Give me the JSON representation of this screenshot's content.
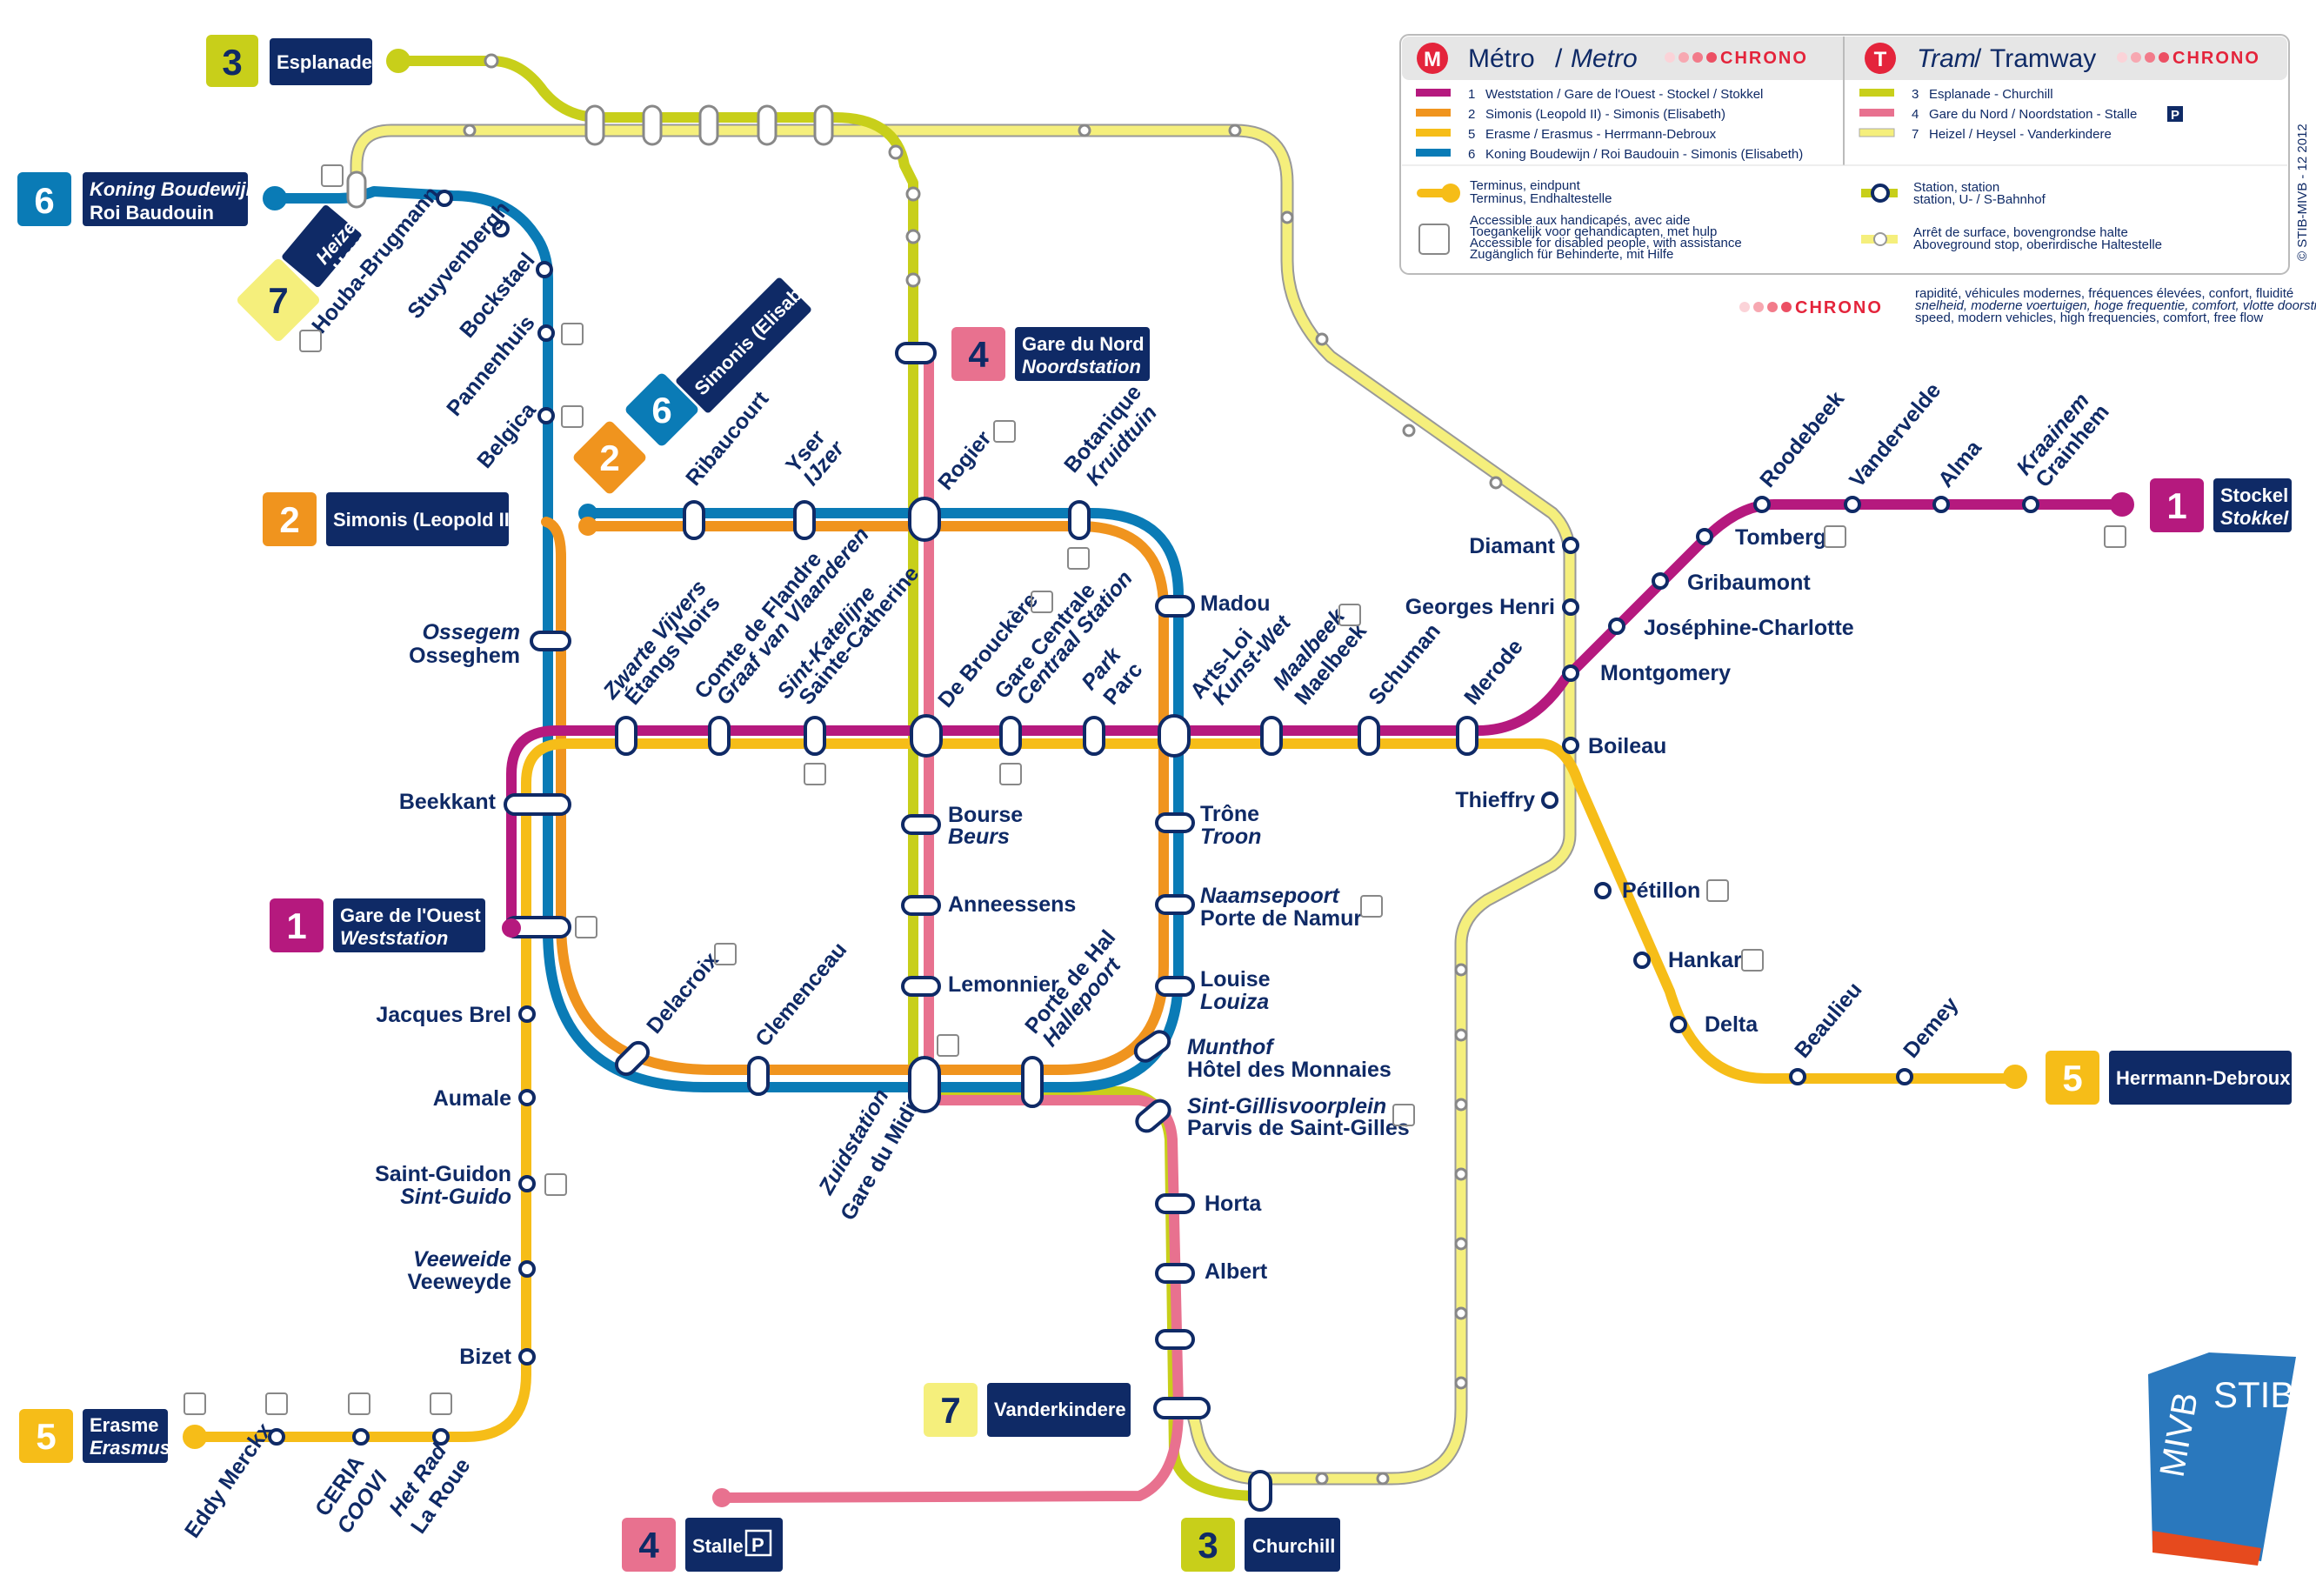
{
  "colors": {
    "line1": "#b5197e",
    "line2": "#f0941e",
    "line5": "#f6bd18",
    "line6": "#0a7bb6",
    "tram3": "#c8cf1a",
    "tram4": "#e8718f",
    "tram7": "#f5ef7c",
    "navy": "#0f2a66",
    "chrono": "#e4243b"
  },
  "legend": {
    "metro_title_fr": "Métro",
    "metro_title_nl": "Metro",
    "tram_title_fr": "Tram",
    "tram_title_nl": "Tramway",
    "metro_icon": "M",
    "tram_icon": "T",
    "chrono_word": "CHRONO",
    "metro_lines": [
      {
        "num": "1",
        "text": "Weststation / Gare de l'Ouest - Stockel / Stokkel"
      },
      {
        "num": "2",
        "text": "Simonis (Leopold II) - Simonis (Elisabeth)"
      },
      {
        "num": "5",
        "text": "Erasme / Erasmus - Herrmann-Debroux"
      },
      {
        "num": "6",
        "text": "Koning Boudewijn / Roi Baudouin - Simonis (Elisabeth)"
      }
    ],
    "tram_lines": [
      {
        "num": "3",
        "text": "Esplanade - Churchill"
      },
      {
        "num": "4",
        "text": "Gare du Nord / Noordstation - Stalle"
      },
      {
        "num": "7",
        "text": "Heizel / Heysel - Vanderkindere"
      }
    ],
    "parking_icon": "P",
    "terminus_1": "Terminus, eindpunt",
    "terminus_2": "Terminus, Endhaltestelle",
    "access_1": "Accessible aux handicapés, avec aide",
    "access_2": "Toegankelijk voor gehandicapten, met hulp",
    "access_3": "Accessible for disabled people, with assistance",
    "access_4": "Zugänglich für Behinderte, mit Hilfe",
    "station_1": "Station, station",
    "station_2": "station, U- / S-Bahnhof",
    "surface_1": "Arrêt de surface, bovengrondse halte",
    "surface_2": "Aboveground stop, oberirdische Haltestelle",
    "chrono_desc_1": "rapidité, véhicules modernes, fréquences élevées, confort, fluidité",
    "chrono_desc_2": "snelheid, moderne voertuigen, hoge frequentie, comfort, vlotte doorstroming",
    "chrono_desc_3": "speed, modern vehicles, high frequencies, comfort, free flow",
    "copyright": "© STIB-MIVB - 12 2012"
  },
  "termini": {
    "t3_esplanade": {
      "num": "3",
      "name": "Esplanade"
    },
    "t6_roi": {
      "num": "6",
      "name_nl": "Koning Boudewijn",
      "name_fr": "Roi Baudouin"
    },
    "t7_heysel": {
      "num": "7",
      "name_nl": "Heizel",
      "name_fr": "Heysel"
    },
    "t26_simonis": {
      "num_a": "2",
      "num_b": "6",
      "name": "Simonis (Elisabeth)"
    },
    "t2_leopold": {
      "num": "2",
      "name": "Simonis (Leopold II)"
    },
    "t1_ouest": {
      "num": "1",
      "name_fr": "Gare de l'Ouest",
      "name_nl": "Weststation"
    },
    "t5_erasme": {
      "num": "5",
      "name_fr": "Erasme",
      "name_nl": "Erasmus"
    },
    "t4_stalle": {
      "num": "4",
      "name": "Stalle",
      "parking": "P"
    },
    "t3_churchill": {
      "num": "3",
      "name": "Churchill"
    },
    "t7_vanderkindere": {
      "num": "7",
      "name": "Vanderkindere"
    },
    "t4_nord": {
      "num": "4",
      "name_fr": "Gare du Nord",
      "name_nl": "Noordstation"
    },
    "t1_stockel": {
      "num": "1",
      "name_fr": "Stockel",
      "name_nl": "Stokkel"
    },
    "t5_herrmann": {
      "num": "5",
      "name": "Herrmann-Debroux"
    }
  },
  "stations": {
    "houba": "Houba-Brugmann",
    "stuyvenbergh": "Stuyvenbergh",
    "bockstael": "Bockstael",
    "pannenhuis": "Pannenhuis",
    "belgica": "Belgica",
    "ribaucourt": "Ribaucourt",
    "yser": "Yser",
    "ijzer": "IJzer",
    "rogier": "Rogier",
    "botanique": "Botanique",
    "kruidtuin": "Kruidtuin",
    "madou": "Madou",
    "ossegem": "Ossegem",
    "osseghem": "Osseghem",
    "zwarte": "Zwarte Vijvers",
    "etangs": "Étangs Noirs",
    "comte": "Comte de Flandre",
    "graaf": "Graaf van Vlaanderen",
    "katelijne": "Sint-Katelijne",
    "catherine": "Sainte-Catherine",
    "debrouckere": "De Brouckère",
    "centrale": "Gare Centrale",
    "central": "Centraal Station",
    "park": "Park",
    "parc": "Parc",
    "artsloi": "Arts-Loi",
    "kunstwet": "Kunst-Wet",
    "maalbeek": "Maalbeek",
    "maelbeek": "Maelbeek",
    "schuman": "Schuman",
    "merode": "Merode",
    "diamant": "Diamant",
    "georges": "Georges Henri",
    "montgomery": "Montgomery",
    "boileau": "Boileau",
    "thieffry": "Thieffry",
    "petillon": "Pétillon",
    "hankar": "Hankar",
    "delta": "Delta",
    "beaulieu": "Beaulieu",
    "demey": "Demey",
    "josephine": "Joséphine-Charlotte",
    "gribaumont": "Gribaumont",
    "tomberg": "Tomberg",
    "roodebeek": "Roodebeek",
    "vandervelde": "Vandervelde",
    "alma": "Alma",
    "kraainem": "Kraainem",
    "crainhem": "Crainhem",
    "beekkant": "Beekkant",
    "bourse": "Bourse",
    "beurs": "Beurs",
    "anneessens": "Anneessens",
    "lemonnier": "Lemonnier",
    "trone": "Trône",
    "troon": "Troon",
    "naamsepoort": "Naamsepoort",
    "namur": "Porte de Namur",
    "louise": "Louise",
    "louiza": "Louiza",
    "munthof": "Munthof",
    "monnaies": "Hôtel des Monnaies",
    "gillis": "Sint-Gillisvoorplein",
    "gilles": "Parvis de Saint-Gilles",
    "horta": "Horta",
    "albert": "Albert",
    "delacroix": "Delacroix",
    "clemenceau": "Clemenceau",
    "hal": "Porte de Hal",
    "hallepoort": "Hallepoort",
    "zuid": "Zuidstation",
    "midi": "Gare du Midi",
    "jacques": "Jacques Brel",
    "aumale": "Aumale",
    "guidon": "Saint-Guidon",
    "guido": "Sint-Guido",
    "veeweide": "Veeweide",
    "veeweyde": "Veeweyde",
    "bizet": "Bizet",
    "eddy": "Eddy Merckx",
    "ceria": "CERIA",
    "coovi": "COOVI",
    "hetrad": "Het Rad",
    "laroue": "La Roue"
  },
  "logo": {
    "mivb": "MIVB",
    "stib": "STIB"
  }
}
